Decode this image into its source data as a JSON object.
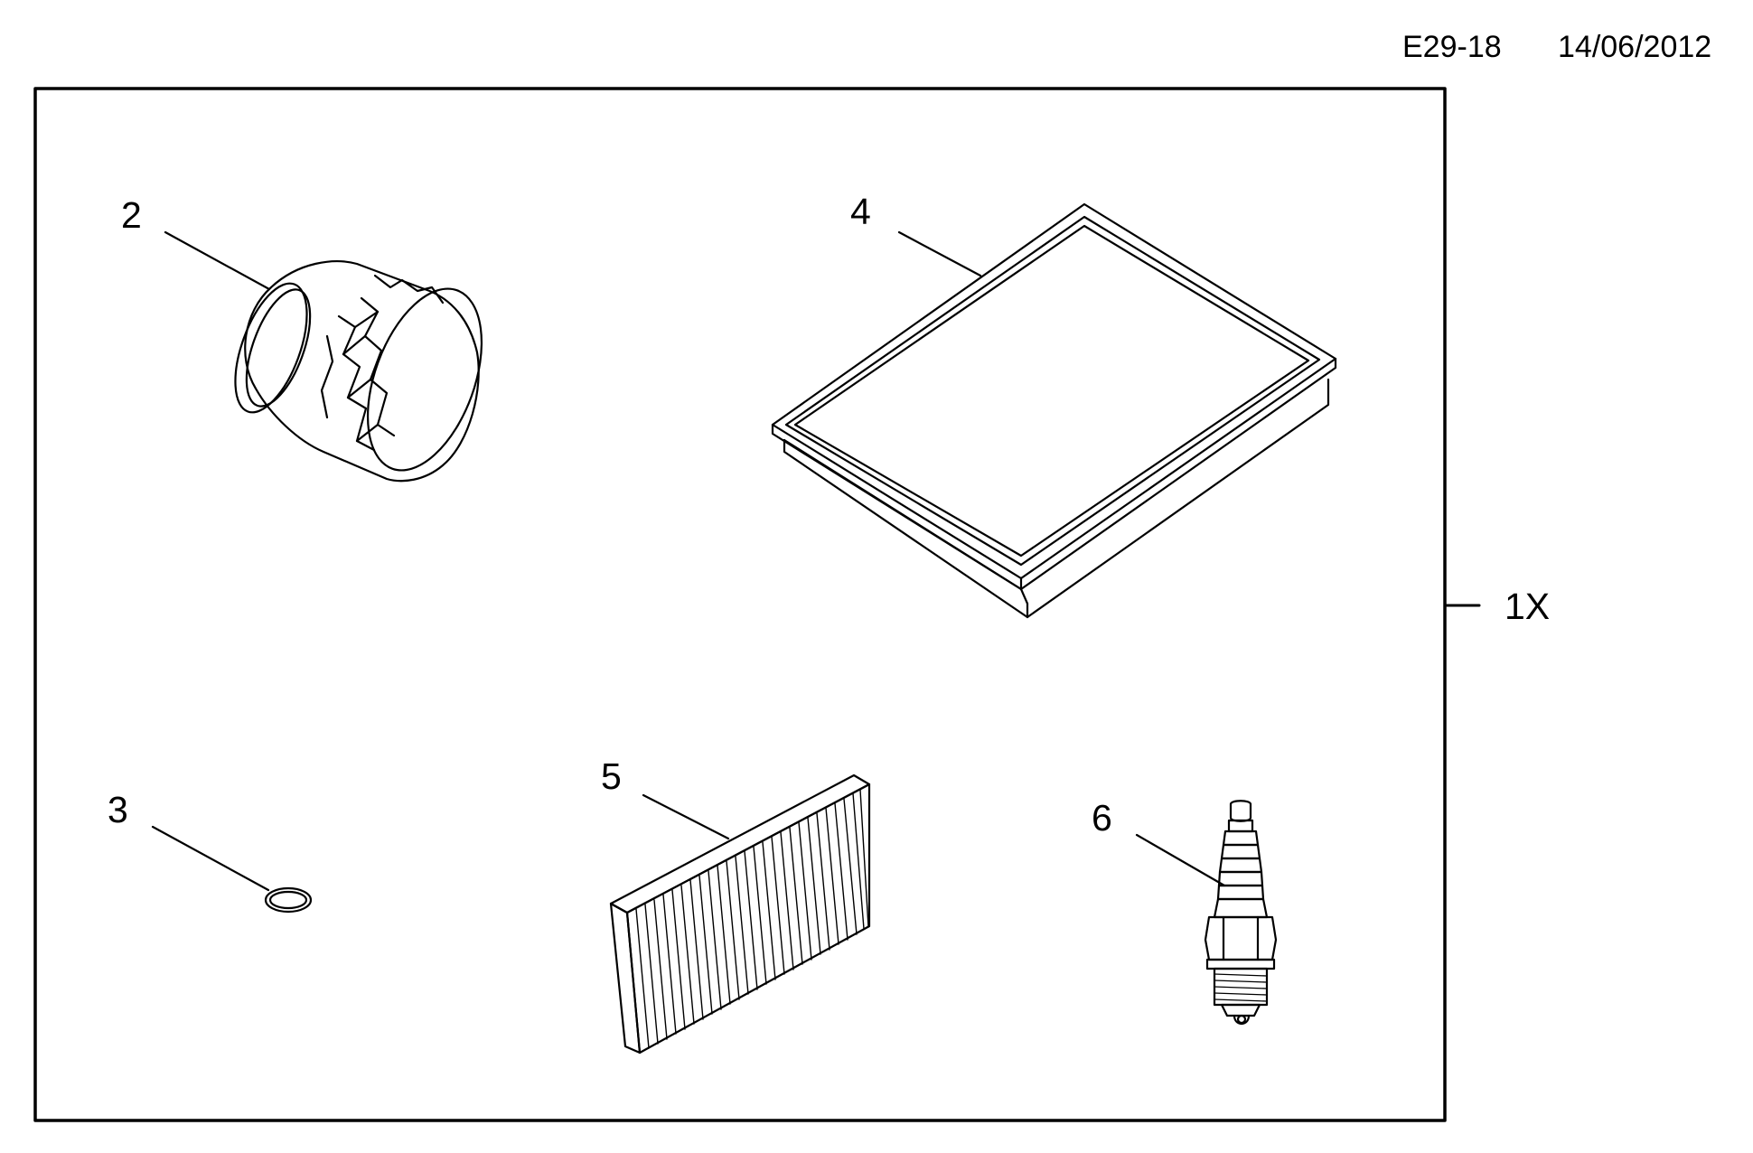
{
  "header": {
    "code": "E29-18",
    "date": "14/06/2012"
  },
  "callouts": {
    "oil_filter": "2",
    "sealing_ring": "3",
    "air_filter": "4",
    "cabin_filter": "5",
    "spark_plug": "6",
    "kit_quantity": "1X"
  }
}
